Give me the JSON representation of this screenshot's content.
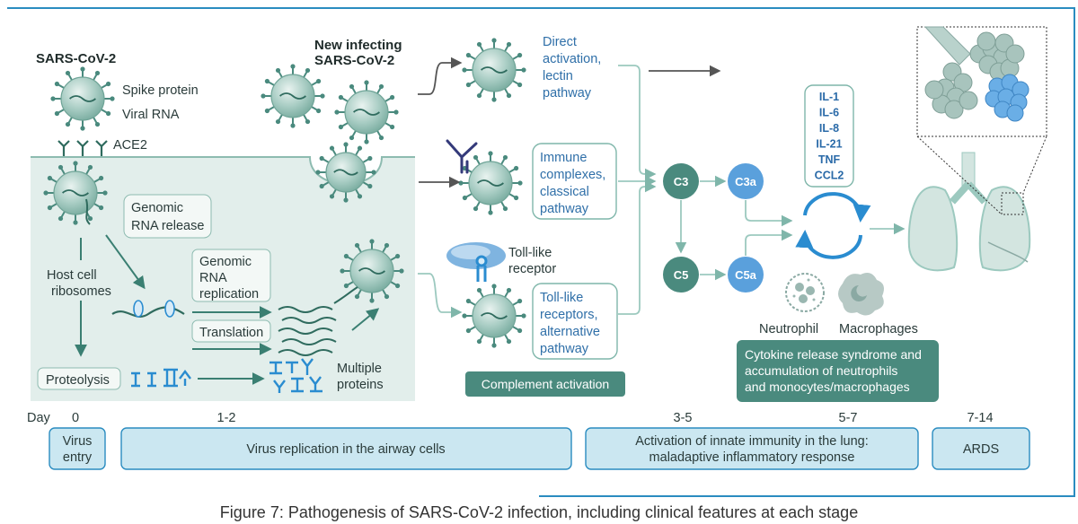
{
  "virus_panel": {
    "title": "SARS-CoV-2",
    "spike_label": "Spike protein",
    "rna_label": "Viral RNA",
    "ace2_label": "ACE2",
    "new_virus_label_1": "New infecting",
    "new_virus_label_2": "SARS-CoV-2"
  },
  "cell": {
    "genomic_release_1": "Genomic",
    "genomic_release_2": "RNA release",
    "ribosomes_1": "Host cell",
    "ribosomes_2": "ribosomes",
    "replication_1": "Genomic",
    "replication_2": "RNA",
    "replication_3": "replication",
    "translation": "Translation",
    "proteolysis": "Proteolysis",
    "multiple_1": "Multiple",
    "multiple_2": "proteins"
  },
  "pathways": {
    "direct_1": "Direct",
    "direct_2": "activation,",
    "direct_3": "lectin",
    "direct_4": "pathway",
    "immune_1": "Immune",
    "immune_2": "complexes,",
    "immune_3": "classical",
    "immune_4": "pathway",
    "tlr_title_1": "Toll-like",
    "tlr_title_2": "receptor",
    "tlr_1": "Toll-like",
    "tlr_2": "receptors,",
    "tlr_3": "alternative",
    "tlr_4": "pathway",
    "complement": "Complement activation"
  },
  "complement_nodes": {
    "c3": "C3",
    "c3a": "C3a",
    "c5": "C5",
    "c5a": "C5a"
  },
  "cytokines": [
    "IL-1",
    "IL-6",
    "IL-8",
    "IL-21",
    "TNF",
    "CCL2"
  ],
  "cells_labels": {
    "neutrophil": "Neutrophil",
    "macrophages": "Macrophages"
  },
  "cytokine_box": {
    "line1": "Cytokine release syndrome and",
    "line2": "accumulation of neutrophils",
    "line3": "and monocytes/macrophages"
  },
  "timeline": {
    "day_label": "Day",
    "days": [
      "0",
      "1-2",
      "3-5",
      "5-7",
      "7-14"
    ],
    "stage1_1": "Virus",
    "stage1_2": "entry",
    "stage2": "Virus replication in the airway cells",
    "stage3_1": "Activation of innate immunity in the lung:",
    "stage3_2": "maladaptive inflammatory response",
    "stage4": "ARDS"
  },
  "caption": "Figure 7: Pathogenesis of SARS-CoV-2 infection, including clinical features at each stage",
  "colors": {
    "teal_dark": "#4a8a7e",
    "teal_light": "#9cc9bf",
    "blue_node": "#5aa0dc",
    "bar_fill": "#cbe7f1",
    "bar_stroke": "#2a8cc0",
    "cell_bg": "#e2eeeb"
  }
}
